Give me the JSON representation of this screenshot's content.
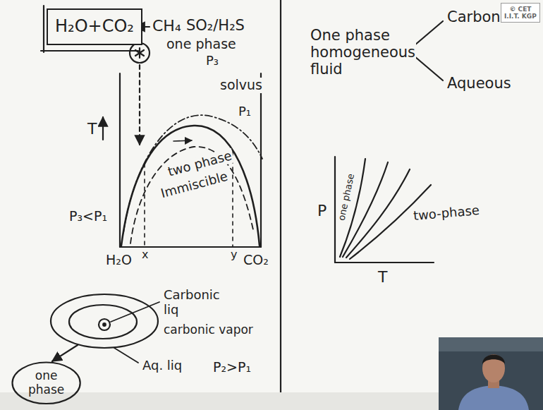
{
  "diagram": {
    "nodes": [
      {
        "text": [
          "H₂O+CO₂"
        ]
      },
      {
        "text": [
          "© CET",
          "I.I.T. KGP"
        ]
      },
      {
        "text": [
          "one phase"
        ]
      }
    ],
    "labels": [
      "CH₄",
      "SO₂/H₂S",
      "one phase",
      "P₃",
      "solvus",
      "P₁",
      "two phase",
      "Immiscible",
      "T",
      "P₃<P₁",
      "H₂O",
      "x",
      "y",
      "CO₂",
      "Carbonic liq",
      "carbonic vapor",
      "Aq. liq",
      "P₂>P₁",
      "One phase homogeneous fluid",
      "Carbonic",
      "Aqueous",
      "P",
      "T",
      "one phase",
      "two-phase"
    ]
  }
}
